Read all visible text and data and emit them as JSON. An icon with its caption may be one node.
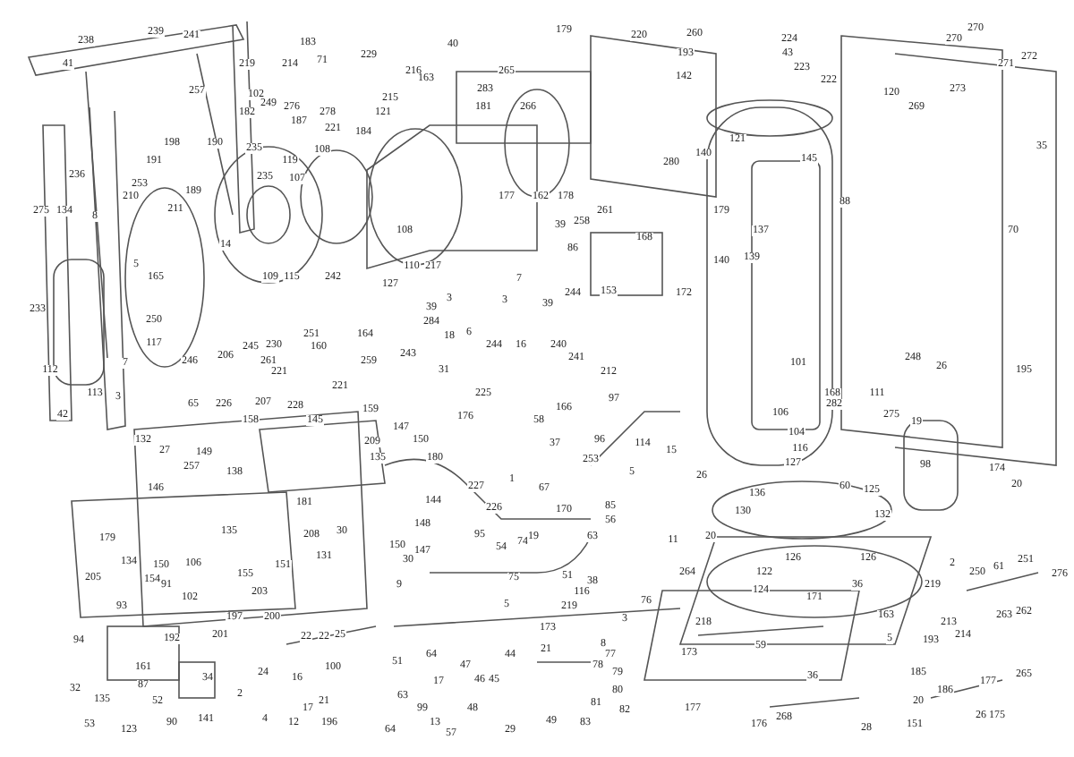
{
  "diagram": {
    "labels": [
      "238",
      "239",
      "241",
      "183",
      "41",
      "219",
      "214",
      "71",
      "257",
      "182",
      "102",
      "249",
      "276",
      "278",
      "187",
      "221",
      "191",
      "198",
      "190",
      "235",
      "119",
      "108",
      "236",
      "210",
      "253",
      "189",
      "235",
      "107",
      "275",
      "134",
      "8",
      "211",
      "14",
      "5",
      "165",
      "109",
      "115",
      "242",
      "233",
      "250",
      "117",
      "245",
      "230",
      "251",
      "160",
      "7",
      "246",
      "206",
      "261",
      "112",
      "221",
      "40",
      "179",
      "220",
      "260",
      "229",
      "193",
      "216",
      "163",
      "265",
      "142",
      "121",
      "215",
      "181",
      "283",
      "266",
      "184",
      "280",
      "140",
      "177",
      "162",
      "178",
      "108",
      "39",
      "258",
      "261",
      "168",
      "86",
      "127",
      "110",
      "217",
      "7",
      "39",
      "3",
      "3",
      "39",
      "244",
      "153",
      "172",
      "284",
      "164",
      "18",
      "6",
      "244",
      "16",
      "240",
      "259",
      "243",
      "241",
      "31",
      "212",
      "224",
      "270",
      "270",
      "43",
      "223",
      "271",
      "272",
      "222",
      "120",
      "269",
      "273",
      "121",
      "145",
      "35",
      "88",
      "179",
      "137",
      "70",
      "140",
      "139",
      "101",
      "248",
      "26",
      "195",
      "113",
      "3",
      "65",
      "226",
      "207",
      "228",
      "221",
      "42",
      "158",
      "145",
      "132",
      "27",
      "149",
      "257",
      "138",
      "146",
      "181",
      "179",
      "135",
      "208",
      "30",
      "134",
      "150",
      "106",
      "151",
      "131",
      "205",
      "154",
      "155",
      "91",
      "102",
      "203",
      "93",
      "197",
      "200",
      "94",
      "192",
      "201",
      "22",
      "22",
      "25",
      "32",
      "161",
      "87",
      "34",
      "24",
      "16",
      "100",
      "135",
      "52",
      "2",
      "17",
      "21",
      "53",
      "123",
      "90",
      "141",
      "4",
      "12",
      "196",
      "159",
      "225",
      "166",
      "97",
      "147",
      "176",
      "58",
      "209",
      "150",
      "37",
      "96",
      "114",
      "135",
      "180",
      "253",
      "15",
      "227",
      "1",
      "67",
      "5",
      "26",
      "144",
      "226",
      "170",
      "85",
      "148",
      "56",
      "150",
      "147",
      "95",
      "54",
      "74",
      "19",
      "63",
      "11",
      "20",
      "30",
      "9",
      "75",
      "51",
      "116",
      "38",
      "264",
      "5",
      "219",
      "76",
      "173",
      "3",
      "218",
      "51",
      "64",
      "47",
      "44",
      "21",
      "78",
      "8",
      "77",
      "173",
      "17",
      "46",
      "45",
      "79",
      "63",
      "80",
      "99",
      "48",
      "81",
      "82",
      "177",
      "64",
      "13",
      "57",
      "29",
      "49",
      "83",
      "168",
      "282",
      "111",
      "106",
      "104",
      "275",
      "19",
      "127",
      "116",
      "98",
      "174",
      "136",
      "60",
      "125",
      "20",
      "130",
      "132",
      "122",
      "126",
      "126",
      "2",
      "250",
      "61",
      "251",
      "276",
      "124",
      "171",
      "36",
      "219",
      "163",
      "213",
      "263",
      "262",
      "59",
      "5",
      "193",
      "214",
      "36",
      "185",
      "186",
      "177",
      "265",
      "176",
      "268",
      "28",
      "151",
      "20",
      "26",
      "175"
    ]
  }
}
